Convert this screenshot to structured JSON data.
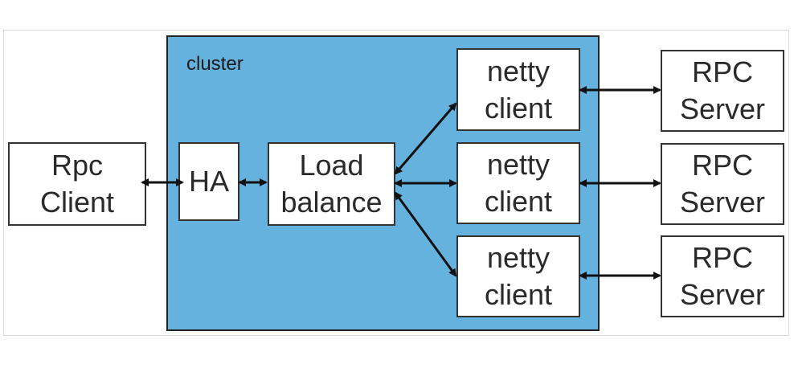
{
  "diagram": {
    "cluster_label": "cluster",
    "colors": {
      "cluster_fill": "#66b2de",
      "border": "#222222",
      "arrow": "#111111"
    },
    "rpc_client": {
      "line1": "Rpc",
      "line2": "Client"
    },
    "ha": {
      "label": "HA"
    },
    "load_balance": {
      "line1": "Load",
      "line2": "balance"
    },
    "netty_clients": [
      {
        "line1": "netty",
        "line2": "client"
      },
      {
        "line1": "netty",
        "line2": "client"
      },
      {
        "line1": "netty",
        "line2": "client"
      }
    ],
    "rpc_servers": [
      {
        "line1": "RPC",
        "line2": "Server"
      },
      {
        "line1": "RPC",
        "line2": "Server"
      },
      {
        "line1": "RPC",
        "line2": "Server"
      }
    ]
  }
}
